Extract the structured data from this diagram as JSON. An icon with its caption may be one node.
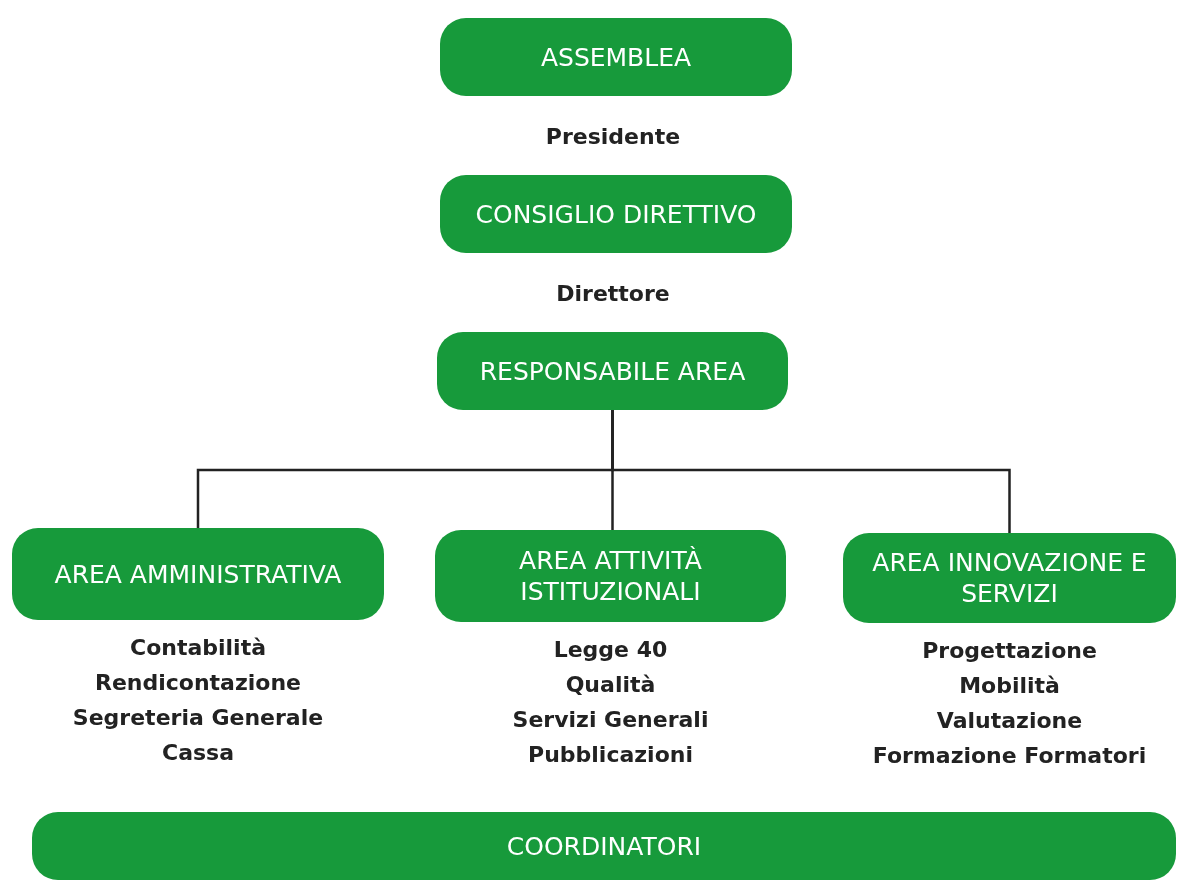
{
  "diagram": {
    "nodes": [
      {
        "text": [
          "ASSEMBLEA"
        ]
      },
      {
        "text": [
          "CONSIGLIO DIRETTIVO"
        ]
      },
      {
        "text": [
          "RESPONSABILE AREA"
        ]
      },
      {
        "text": [
          "AREA AMMINISTRATIVA"
        ],
        "beside": [
          "Contabilità",
          "Rendicontazione",
          "Segreteria Generale",
          "Cassa"
        ]
      },
      {
        "text": [
          "AREA ATTIVITÀ ISTITUZIONALI"
        ],
        "beside": [
          "Legge 40",
          "Qualità",
          "Servizi Generali",
          "Pubblicazioni"
        ]
      },
      {
        "text": [
          "AREA INNOVAZIONE E SERVIZI"
        ],
        "beside": [
          "Progettazione",
          "Mobilità",
          "Valutazione",
          "Formazione Formatori"
        ]
      },
      {
        "text": [
          "COORDINATORI"
        ]
      }
    ],
    "edges": [
      {
        "from": 2,
        "to": 3,
        "arrow": "none"
      },
      {
        "from": 2,
        "to": 4,
        "arrow": "none"
      },
      {
        "from": 2,
        "to": 5,
        "arrow": "none"
      }
    ],
    "labels": [
      "Presidente",
      "Direttore"
    ]
  }
}
